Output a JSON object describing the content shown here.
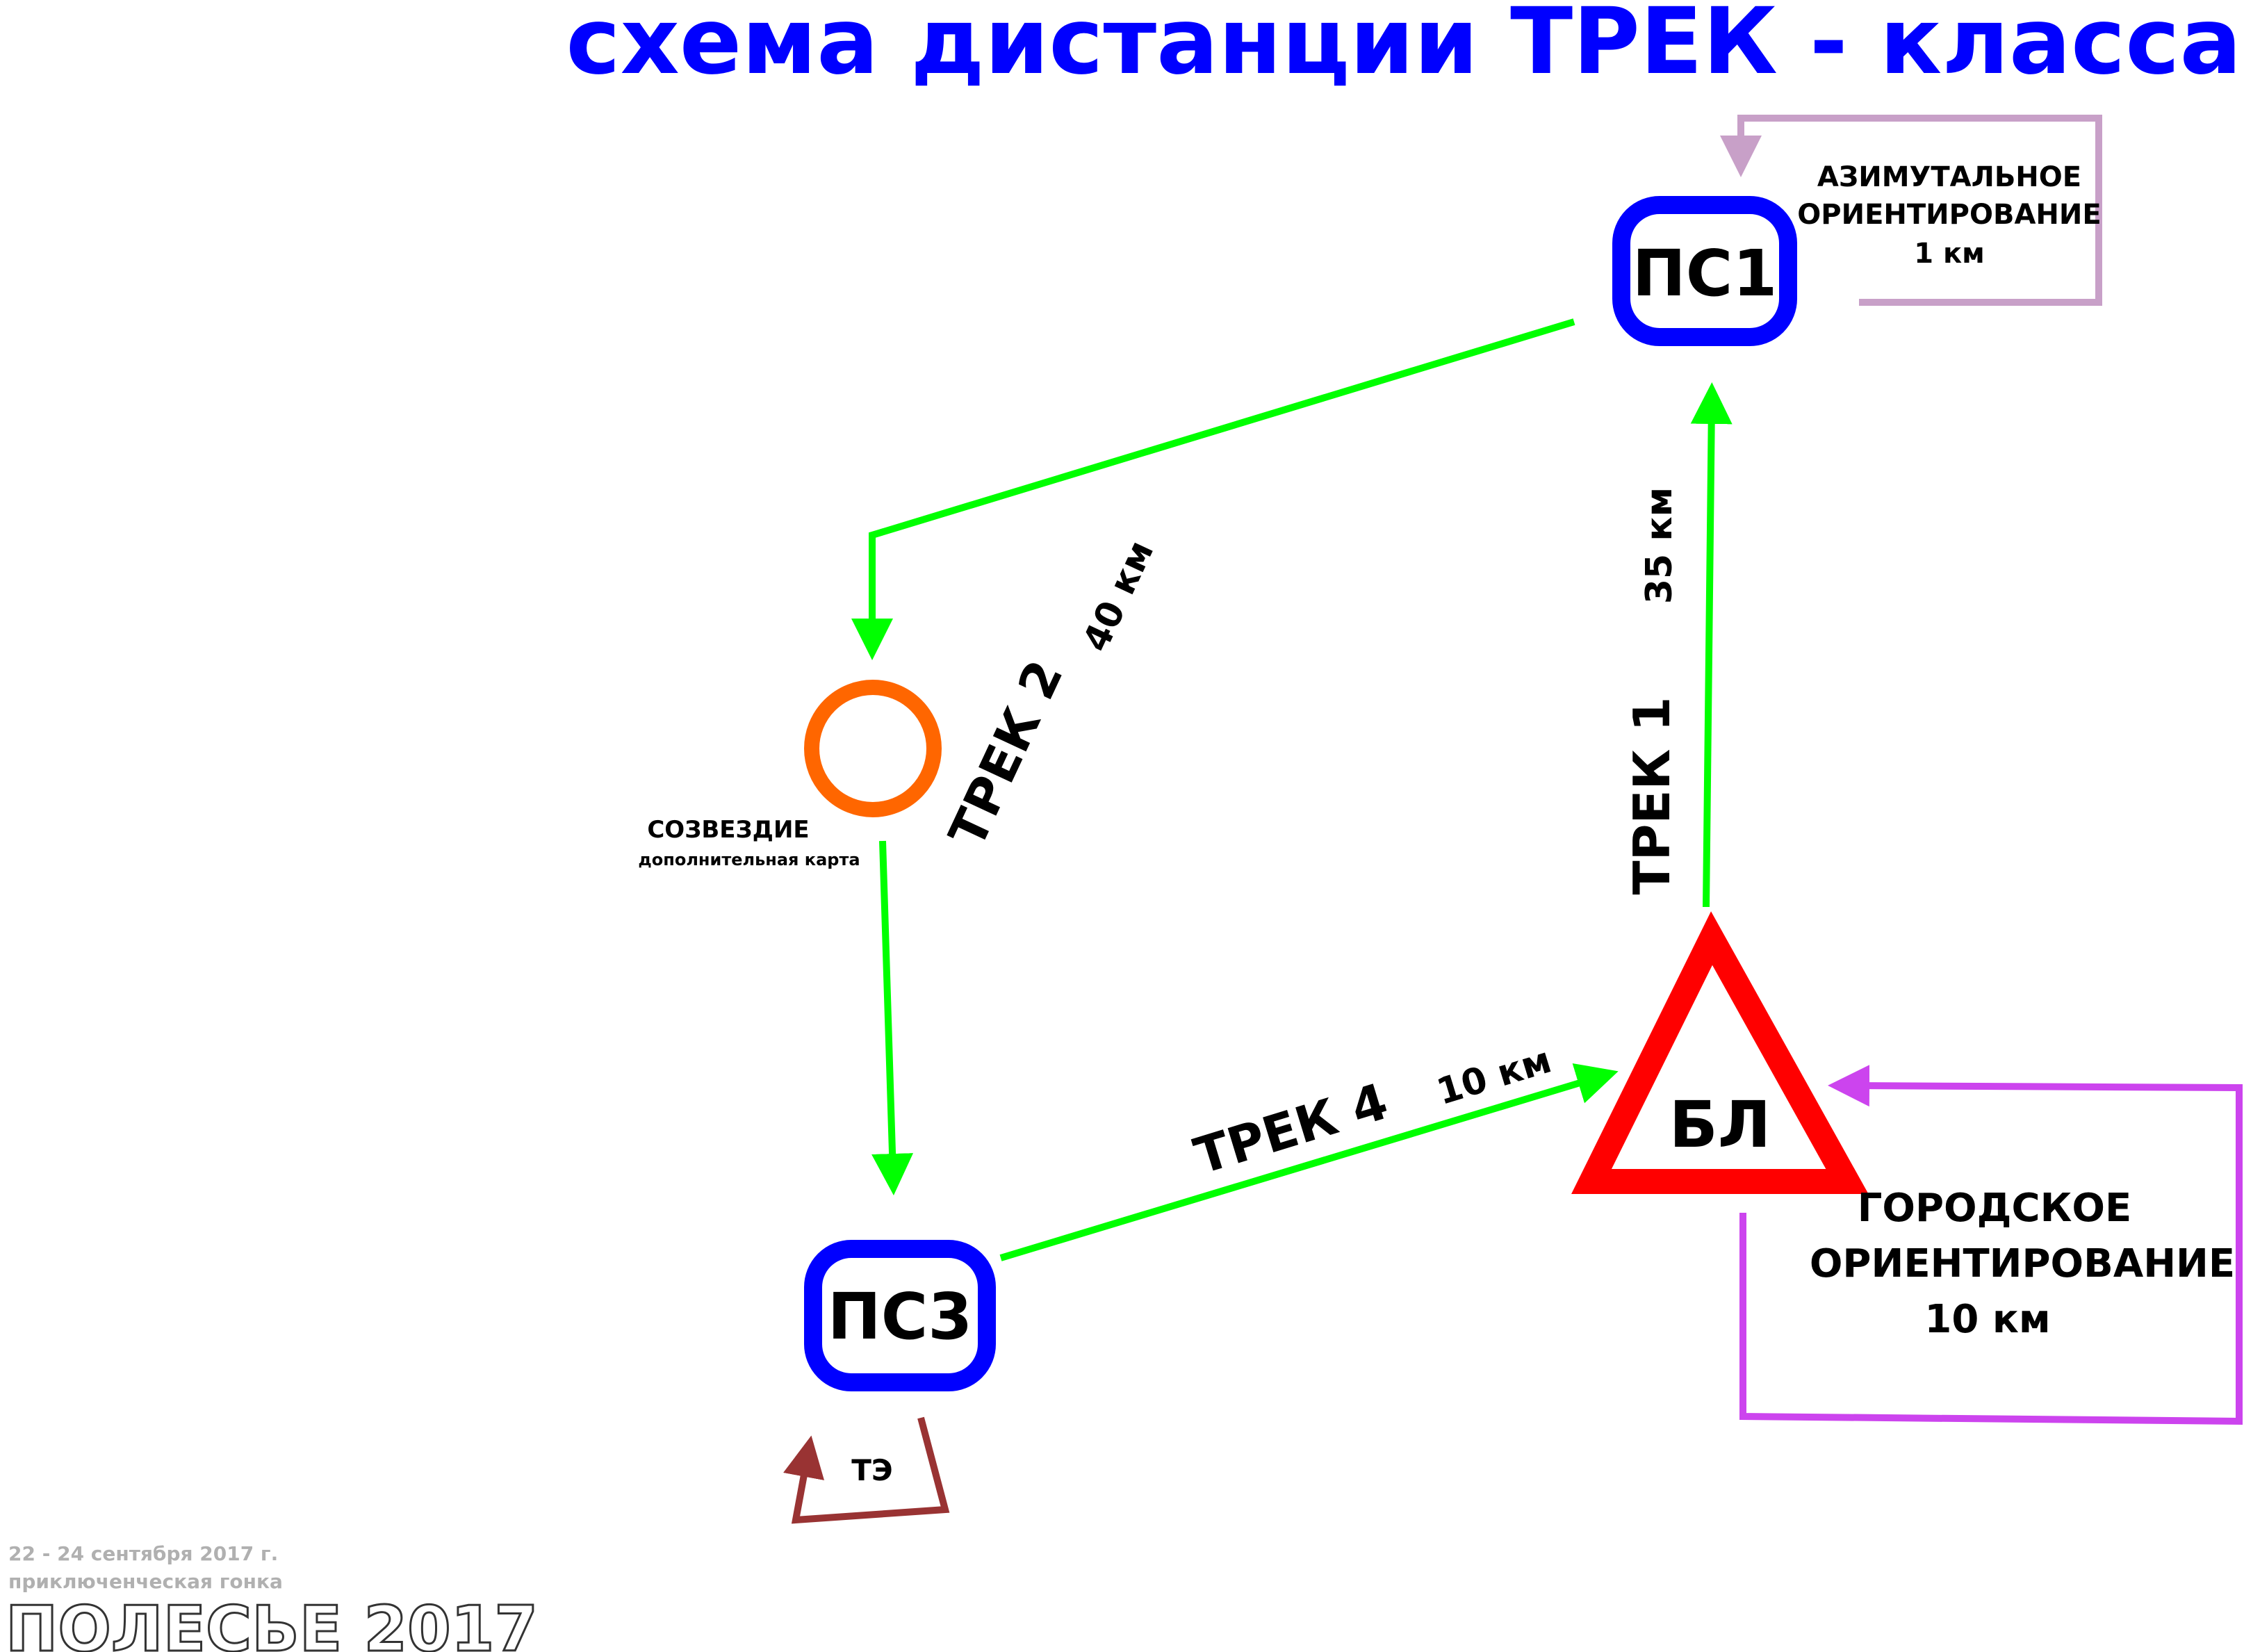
{
  "title": "схема дистанции ТРЕК - класса",
  "nodes": {
    "ps1": "ПС1",
    "ps3": "ПС3",
    "bl": "БЛ",
    "te": "ТЭ"
  },
  "tracks": {
    "track1": {
      "label": "ТРЕК 1",
      "distance": "35 км"
    },
    "track2": {
      "label": "ТРЕК 2",
      "distance": "40 км"
    },
    "track4": {
      "label": "ТРЕК 4",
      "distance": "10 км"
    }
  },
  "azimuth": {
    "line1": "АЗИМУТАЛЬНОЕ",
    "line2": "ОРИЕНТИРОВАНИЕ",
    "distance": "1 км"
  },
  "city": {
    "line1": "ГОРОДСКОЕ",
    "line2": "ОРИЕНТИРОВАНИЕ",
    "distance": "10   км"
  },
  "constellation": {
    "label": "СОЗВЕЗДИЕ",
    "sublabel": "дополнительная карта"
  },
  "footer": {
    "dates": "22 - 24 сентября 2017 г.",
    "subtitle": "приключенческая гонка",
    "event": "ПОЛЕСЬЕ 2017"
  },
  "colors": {
    "title": "#0000ff",
    "checkpoint_border": "#0000ff",
    "track_arrow": "#00ff00",
    "constellation_circle": "#ff6600",
    "bl_triangle": "#ff0000",
    "azimuth_loop": "#c8a0c8",
    "city_loop": "#cc44ee",
    "te_loop": "#993333"
  }
}
